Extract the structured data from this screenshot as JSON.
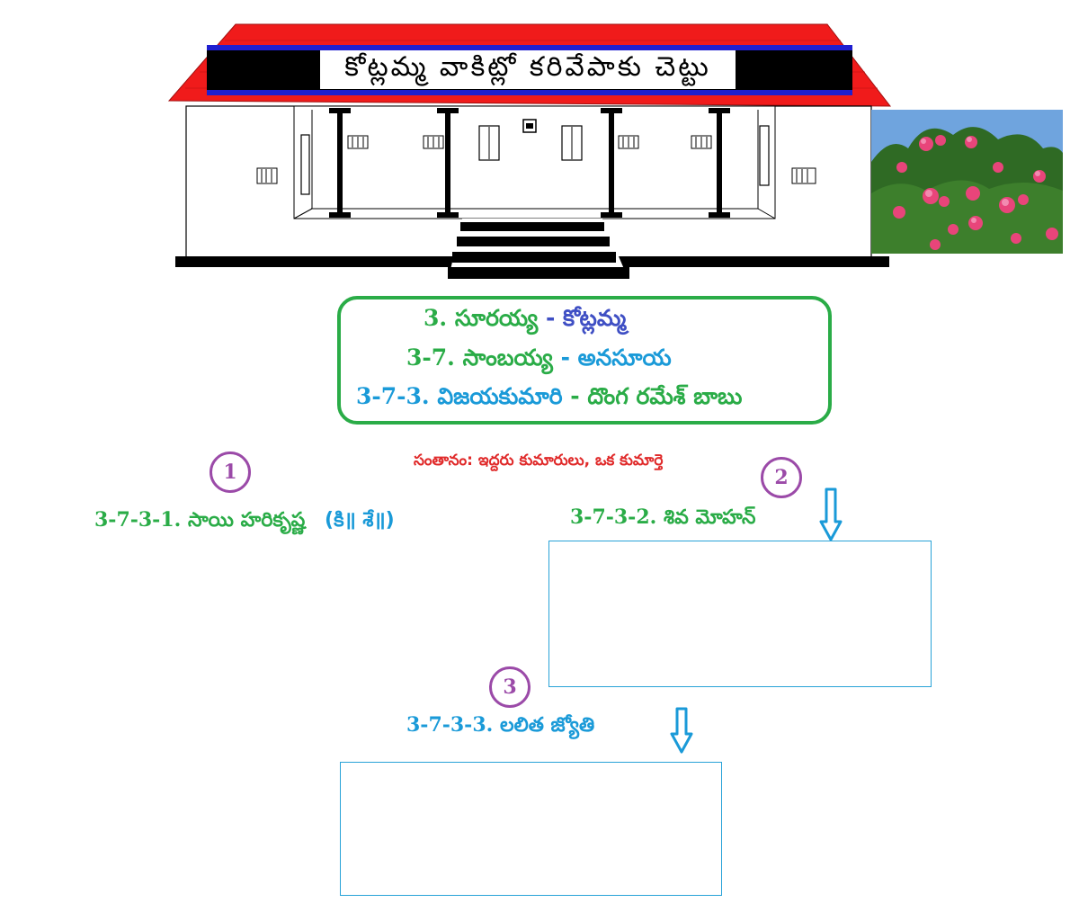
{
  "banner": {
    "title": "కోట్లమ్మ వాకిట్లో కరివేపాకు చెట్టు"
  },
  "lineage": [
    {
      "number": "3.",
      "names": "సూరయ్య",
      "separator": " - ",
      "spouse": "కోట్లమ్మ"
    },
    {
      "number": "3-7.",
      "names": "సాంబయ్య",
      "separator": " - ",
      "spouse": "అనసూయ"
    },
    {
      "number": "3-7-3.",
      "names": "విజయకుమారి",
      "separator": " - ",
      "spouse": "దొంగ రమేశ్ బాబు"
    }
  ],
  "offspring_summary": "సంతానం: ఇద్దరు కుమారులు, ఒక కుమార్తె",
  "children": [
    {
      "badge": "1",
      "code": "3-7-3-1.",
      "name": "సాయి హరికృష్ణ",
      "note": "(కి॥ శే॥)"
    },
    {
      "badge": "2",
      "code": "3-7-3-2.",
      "name": "శివ మోహన్"
    },
    {
      "badge": "3",
      "code": "3-7-3-3.",
      "name": "లలిత జ్యోతి"
    }
  ],
  "colors": {
    "roof": "#f01b1b",
    "banner_bar": "#000000",
    "banner_stripe": "#1f1fd0",
    "frame_green": "#2aac47",
    "text_blue": "#1a9ad8",
    "text_red": "#e02a2a",
    "badge_purple": "#9b4aa8"
  },
  "icons": [
    "house-illustration",
    "oleander-flowers-image",
    "down-arrow-icon"
  ]
}
